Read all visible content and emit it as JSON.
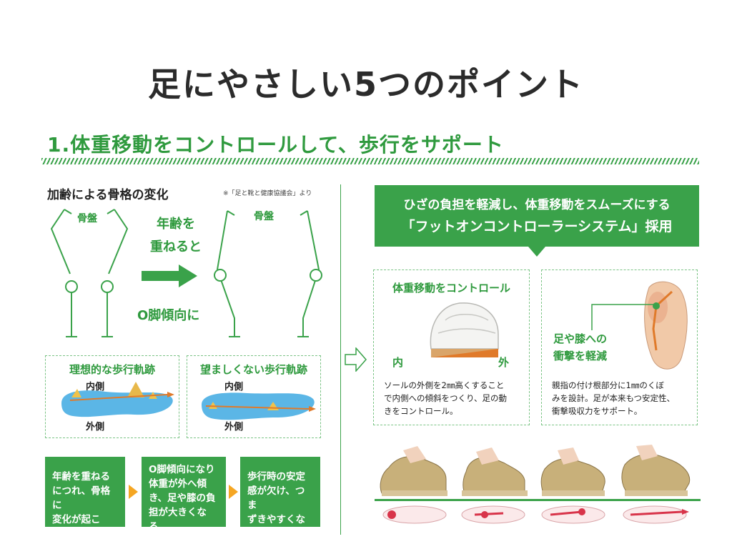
{
  "title": "足にやさしい5つのポイント",
  "section": "1.体重移動をコントロールして、歩行をサポート",
  "left": {
    "heading": "加齢による骨格の変化",
    "source": "※「足と靴と健康協議会」より",
    "pelvis_label": "骨盤",
    "age_lines": [
      "年齢を",
      "重ねると"
    ],
    "knee_text": "O脚傾向に",
    "ideal": {
      "title": "理想的な歩行軌跡",
      "inner": "内側",
      "outer": "外側"
    },
    "bad": {
      "title": "望ましくない歩行軌跡",
      "inner": "内側",
      "outer": "外側"
    },
    "steps": [
      {
        "lines": [
          "年齢を重ねる",
          "につれ、骨格に",
          "変化が起こる。"
        ]
      },
      {
        "lines": [
          "O脚傾向になり",
          "体重が外へ傾",
          "き、足や膝の負",
          "担が大きくなる。"
        ]
      },
      {
        "lines": [
          "歩行時の安定",
          "感が欠け、つま",
          "ずきやすくなる。"
        ]
      }
    ],
    "colors": {
      "green": "#3aa24a",
      "orange": "#f5a623"
    }
  },
  "right": {
    "callout": {
      "line1": "ひざの負担を軽減し、体重移動をスムーズにする",
      "line2": "「フットオンコントローラーシステム」採用"
    },
    "panel1": {
      "title": "体重移動をコントロール",
      "inner_label": "内",
      "outer_label": "外",
      "text": [
        "ソールの外側を2㎜高くすること",
        "で内側への傾斜をつくり、足の動",
        "きをコントロール。"
      ]
    },
    "panel2": {
      "feature_lines": [
        "足や膝への",
        "衝撃を軽減"
      ],
      "text": [
        "親指の付け根部分に1㎜のくぼ",
        "みを設計。足が本来もつ安定性、",
        "衝撃吸収力をサポート。"
      ]
    }
  }
}
